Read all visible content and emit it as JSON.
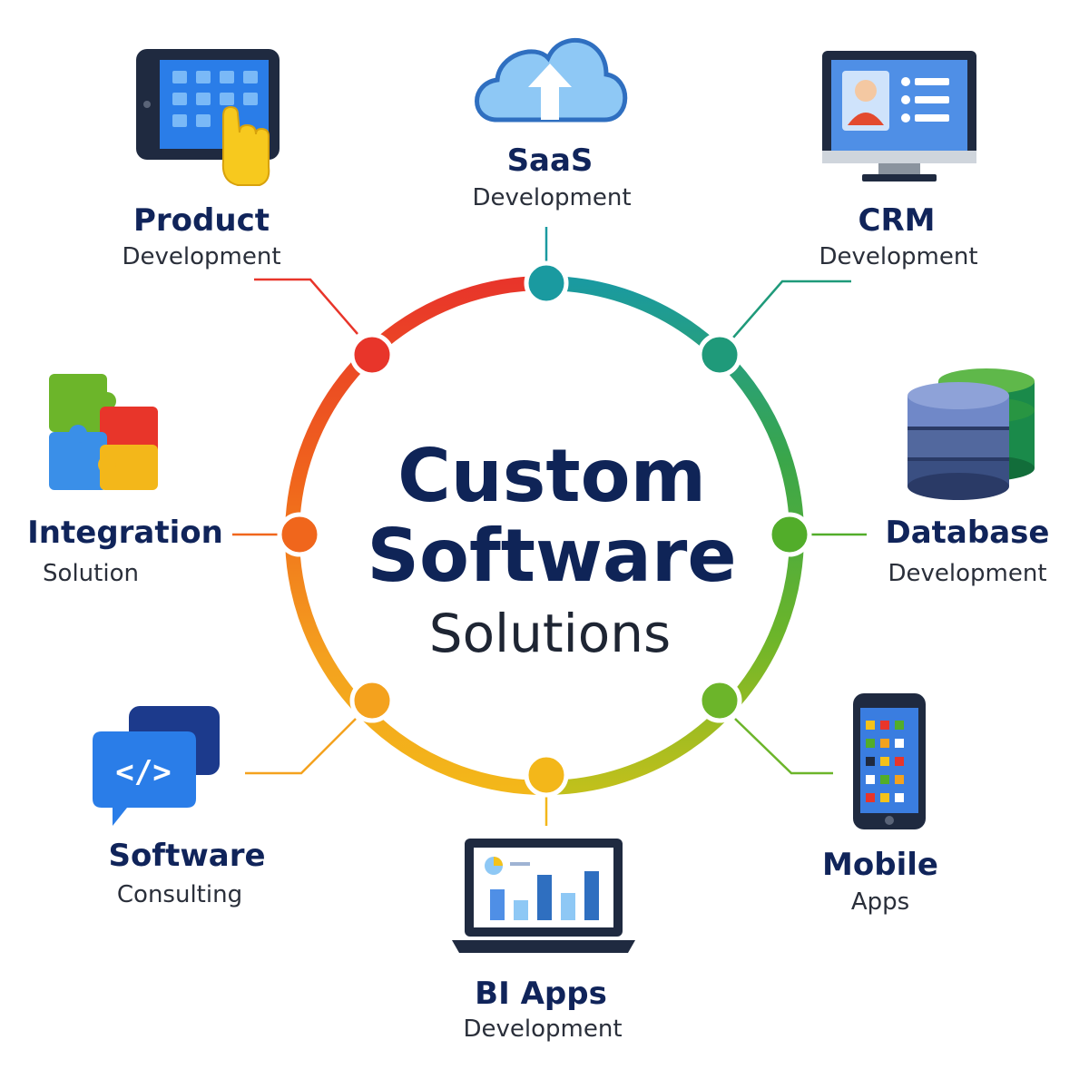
{
  "center": {
    "line1": "Custom",
    "line2": "Software",
    "line3": "Solutions"
  },
  "nodes": [
    {
      "id": "saas",
      "title": "SaaS",
      "subtitle": "Development",
      "icon": "cloud-upload-icon",
      "color": "#1a9aa0"
    },
    {
      "id": "crm",
      "title": "CRM",
      "subtitle": "Development",
      "icon": "crm-monitor-icon",
      "color": "#1f9a7a"
    },
    {
      "id": "database",
      "title": "Database",
      "subtitle": "Development",
      "icon": "database-icon",
      "color": "#52ad2a"
    },
    {
      "id": "mobile",
      "title": "Mobile",
      "subtitle": "Apps",
      "icon": "smartphone-icon",
      "color": "#6cb52a"
    },
    {
      "id": "bi",
      "title": "BI Apps",
      "subtitle": "Development",
      "icon": "laptop-chart-icon",
      "color": "#f3b71a"
    },
    {
      "id": "consulting",
      "title": "Software",
      "subtitle": "Consulting",
      "icon": "code-chat-icon",
      "color": "#f4a21e"
    },
    {
      "id": "integration",
      "title": "Integration",
      "subtitle": "Solution",
      "icon": "puzzle-icon",
      "color": "#f0661c"
    },
    {
      "id": "product",
      "title": "Product",
      "subtitle": "Development",
      "icon": "tablet-touch-icon",
      "color": "#e8352a"
    }
  ],
  "ring_colors": [
    "#1a9aa0",
    "#2a9a6a",
    "#52ad2a",
    "#6cb52a",
    "#b9bf1d",
    "#f3b71a",
    "#f4a21e",
    "#f0661c",
    "#e8352a"
  ]
}
